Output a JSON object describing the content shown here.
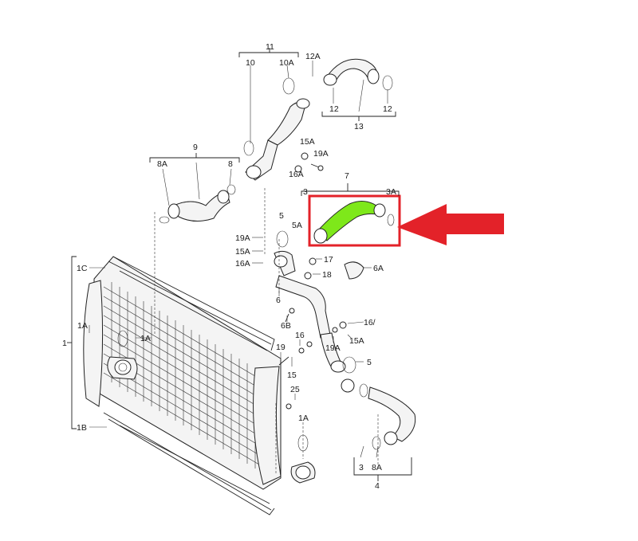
{
  "labels": {
    "l11": "11",
    "l10": "10",
    "l10A": "10A",
    "l12A": "12A",
    "l12a": "12",
    "l12b": "12",
    "l13": "13",
    "l9": "9",
    "l8A_top": "8A",
    "l8_top": "8",
    "l15A_top": "15A",
    "l19A_top": "19A",
    "l16A_top": "16A",
    "l7": "7",
    "l3_top": "3",
    "l3A_top": "3A",
    "l5_top": "5",
    "l5A": "5A",
    "l19A_mid": "19A",
    "l15A_mid": "15A",
    "l16A_mid": "16A",
    "l17": "17",
    "l18": "18",
    "l6A": "6A",
    "l6": "6",
    "l6B": "6B",
    "l16_mid": "16/",
    "l19A_low": "19A",
    "l15A_low": "15A",
    "l16_low": "16",
    "l19": "19",
    "l15": "15",
    "l5_low": "5",
    "l25": "25",
    "l1C": "1C",
    "l1A_left": "1A",
    "l1": "1",
    "l1A_mid": "1A",
    "l1B": "1B",
    "l1A_low": "1A",
    "l3_bot": "3",
    "l8A_bot": "8A",
    "l4": "4"
  },
  "highlight": {
    "highlight_color": "#e32229",
    "hose_color": "#7ee81a",
    "arrow_color": "#e32229"
  }
}
